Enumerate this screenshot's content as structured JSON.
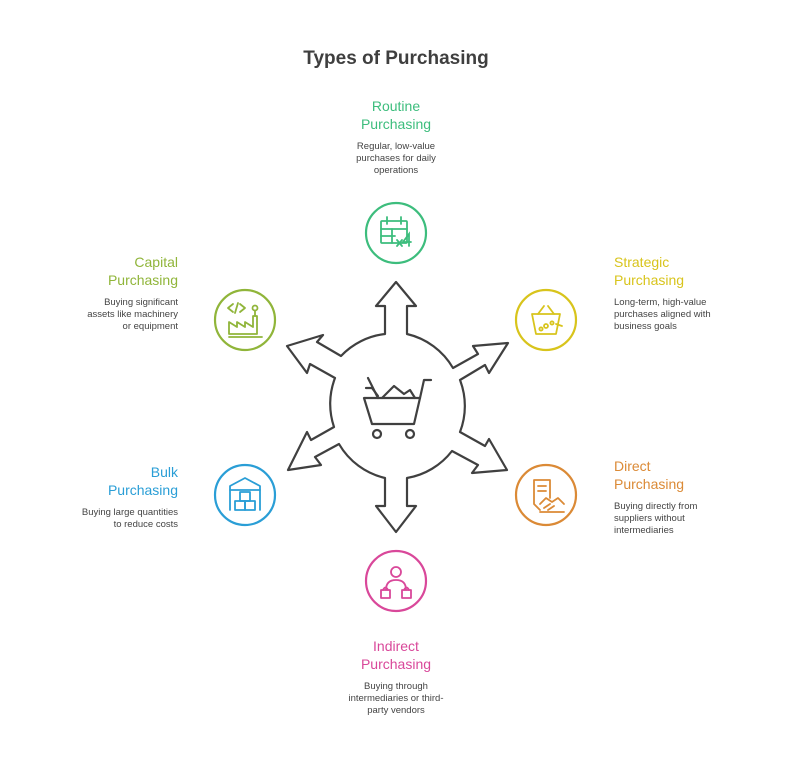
{
  "title": "Types of Purchasing",
  "items": {
    "routine": {
      "head1": "Routine",
      "head2": "Purchasing",
      "desc": [
        "Regular, low-value",
        "purchases for daily",
        "operations"
      ],
      "color": "#3dbd7d",
      "icon": "calendar-x4-icon"
    },
    "strategic": {
      "head1": "Strategic",
      "head2": "Purchasing",
      "desc": [
        "Long-term, high-value",
        "purchases aligned with",
        "business goals"
      ],
      "color": "#d8c41c",
      "icon": "basket-icon"
    },
    "direct": {
      "head1": "Direct",
      "head2": "Purchasing",
      "desc": [
        "Buying directly from",
        "suppliers without",
        "intermediaries"
      ],
      "color": "#db8a36",
      "icon": "contract-handshake-icon"
    },
    "indirect": {
      "head1": "Indirect",
      "head2": "Purchasing",
      "desc": [
        "Buying through",
        "intermediaries or third-",
        "party vendors"
      ],
      "color": "#d9489a",
      "icon": "shopper-bags-icon"
    },
    "bulk": {
      "head1": "Bulk",
      "head2": "Purchasing",
      "desc": [
        "Buying large quantities",
        "to reduce costs"
      ],
      "color": "#2a9ed6",
      "icon": "warehouse-icon"
    },
    "capital": {
      "head1": "Capital",
      "head2": "Purchasing",
      "desc": [
        "Buying significant",
        "assets like machinery",
        "or equipment"
      ],
      "color": "#90b53a",
      "icon": "factory-icon"
    }
  },
  "center_icon": "shopping-cart-icon",
  "stroke_color": "#404040"
}
